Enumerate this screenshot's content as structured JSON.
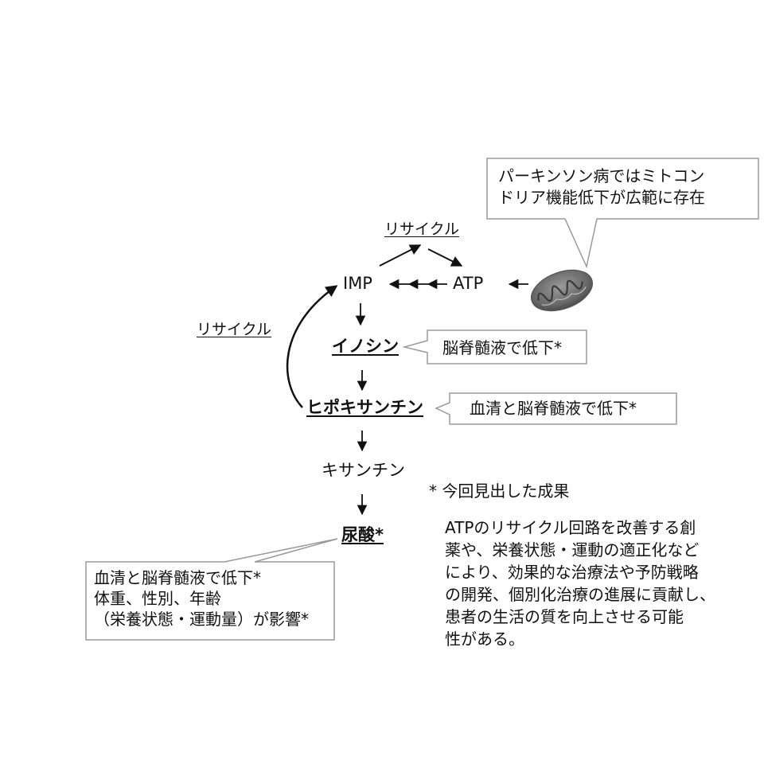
{
  "nodes": {
    "imp": "IMP",
    "atp": "ATP",
    "inosine": "イノシン",
    "hypoxanthine": "ヒポキサンチン",
    "xanthine": "キサンチン",
    "uric_acid": "尿酸*"
  },
  "recycle_labels": {
    "top": "リサイクル",
    "left": "リサイクル"
  },
  "callouts": {
    "mitochondria": {
      "lines": [
        "パーキンソン病ではミトコン",
        "ドリア機能低下が広範に存在"
      ]
    },
    "inosine": "脳脊髄液で低下*",
    "hypoxanthine": "血清と脳脊髄液で低下*",
    "uric_acid": {
      "lines": [
        "血清と脳脊髄液で低下*",
        "体重、性別、年齢",
        "（栄養状態・運動量）が影響*"
      ]
    }
  },
  "footnote": {
    "title": "* 今回見出した成果",
    "lines": [
      "ATPのリサイクル回路を改善する創",
      "薬や、栄養状態・運動の適正化など",
      "により、効果的な治療法や予防戦略",
      "の開発、個別化治療の進展に貢献し、",
      "患者の生活の質を向上させる可能",
      "性がある。"
    ]
  },
  "icons": {
    "mitochondria": "mitochondrion-icon"
  }
}
